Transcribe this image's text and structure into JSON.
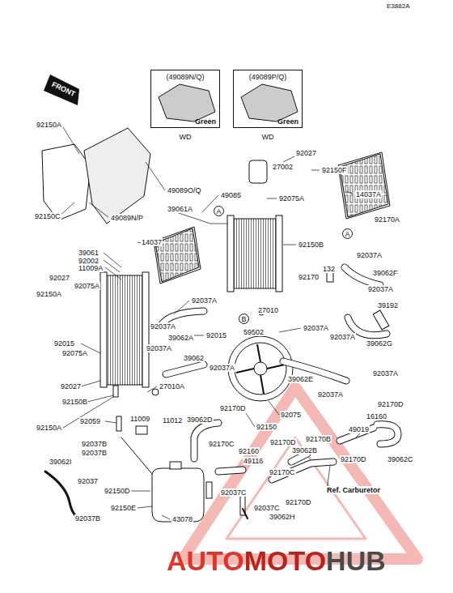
{
  "diagram": {
    "nodes": [
      {
        "text": [
          "(49089N/Q)",
          "Green",
          "WD"
        ]
      },
      {
        "text": [
          "(49089P/Q)",
          "Green",
          "WD"
        ]
      },
      {
        "text": [
          "A"
        ]
      },
      {
        "text": [
          "A"
        ]
      },
      {
        "text": [
          "B"
        ]
      }
    ],
    "labels": [
      "E3882A",
      "FRONT",
      "92150A",
      "49089O/Q",
      "49089N/P",
      "92150C",
      "92027",
      "27002",
      "92150F",
      "14037A",
      "49085",
      "92075A",
      "39061A",
      "92170A",
      "14037",
      "92150B",
      "39061",
      "92002",
      "11009A",
      "92037A",
      "132",
      "39062F",
      "92027",
      "92170",
      "92075A",
      "92037A",
      "92150A",
      "92037A",
      "39192",
      "27010",
      "92037A",
      "92037A",
      "92015",
      "92037A",
      "39062A",
      "59502",
      "92015",
      "39062G",
      "92037A",
      "92075A",
      "39062",
      "92037A",
      "92037A",
      "39062E",
      "92027",
      "27010A",
      "92037A",
      "92150B",
      "92170D",
      "92170D",
      "92075",
      "16160",
      "39062D",
      "11012",
      "11009",
      "92059",
      "92150",
      "92150A",
      "49019",
      "92170B",
      "92170D",
      "92170C",
      "92037B",
      "92160",
      "39062B",
      "92037B",
      "92170D",
      "39062C",
      "39062I",
      "49116",
      "92170C",
      "92037",
      "Ref. Carburetor",
      "92150D",
      "92037C",
      "92170D",
      "92150E",
      "92037C",
      "39062H",
      "92037B",
      "43078",
      "AUTOMOTOHUB"
    ]
  }
}
